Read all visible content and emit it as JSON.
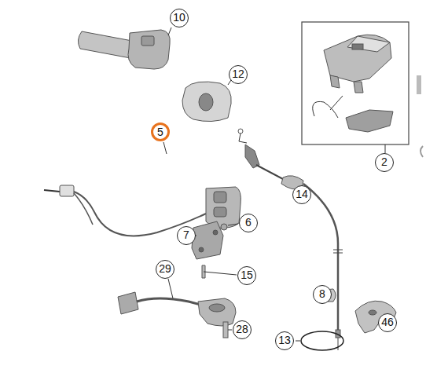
{
  "diagram": {
    "labels": [
      "10",
      "12",
      "2",
      "5",
      "14",
      "6",
      "7",
      "15",
      "29",
      "8",
      "46",
      "28",
      "13"
    ]
  }
}
